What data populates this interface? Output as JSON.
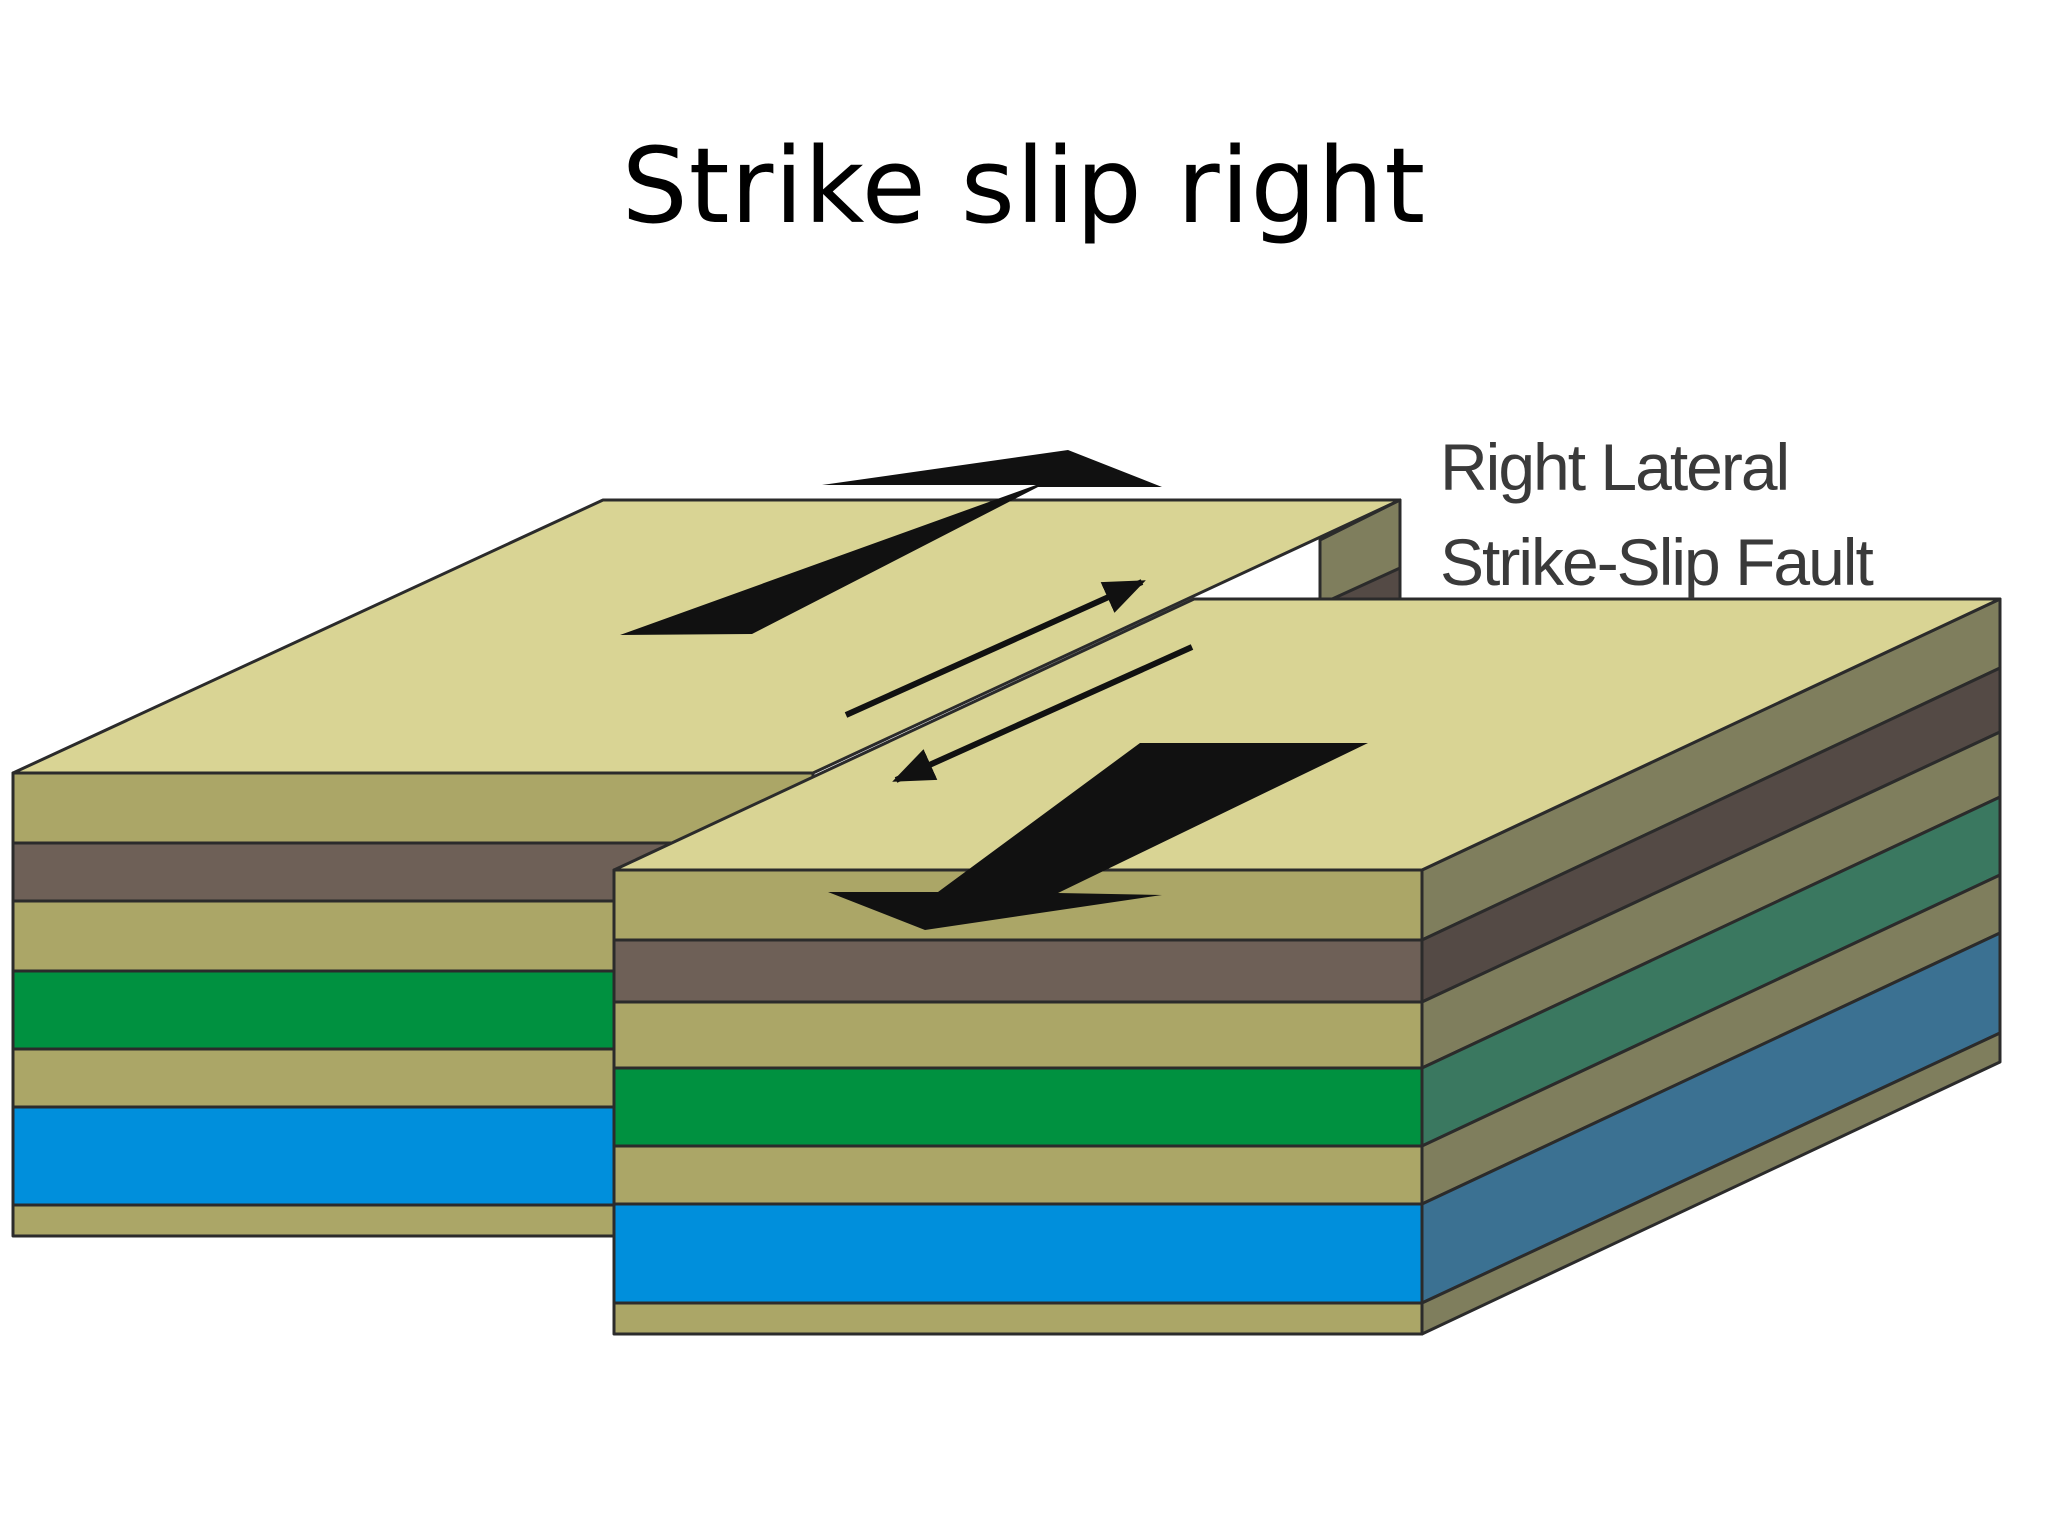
{
  "slide": {
    "title": "Strike slip right"
  },
  "diagram": {
    "label_line1": "Right Lateral",
    "label_line2": "Strike-Slip Fault",
    "colors": {
      "top_surface": "#d9d494",
      "olive_layer": "#aba667",
      "brown_layer": "#6e6057",
      "green_layer": "#009140",
      "blue_layer": "#008fdc",
      "olive_side": "#7f7e5d",
      "brown_side": "#544a45",
      "green_side": "#3a7860",
      "blue_side": "#3b7192",
      "arrow": "#111111",
      "outline": "#2b2b2b"
    },
    "icons": [
      "large-motion-arrow-icon",
      "slip-direction-arrow-icon"
    ]
  }
}
